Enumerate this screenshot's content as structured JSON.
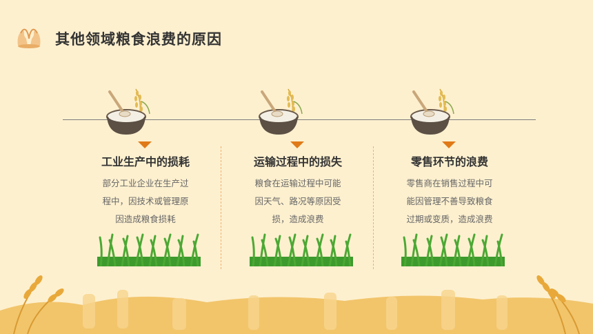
{
  "title": "其他领域粮食浪费的原因",
  "colors": {
    "background": "#fdf0cf",
    "accent": "#e07a18",
    "title_text": "#333333",
    "body_text": "#666666",
    "grass": "#3d9a2c",
    "wheat": "#e8a93a"
  },
  "header_icon": "hands-holding-icon",
  "columns": [
    {
      "title": "工业生产中的损耗",
      "lines": [
        "部分工业企业在生产过",
        "程中，因技术或管理原",
        "因造成粮食损耗"
      ],
      "icon": "rice-bowl-icon"
    },
    {
      "title": "运输过程中的损失",
      "lines": [
        "粮食在运输过程中可能",
        "因天气、路况等原因受",
        "损，造成浪费"
      ],
      "icon": "rice-bowl-icon"
    },
    {
      "title": "零售环节的浪费",
      "lines": [
        "零售商在销售过程中可",
        "能因管理不善导致粮食",
        "过期或变质，造成浪费"
      ],
      "icon": "rice-bowl-icon"
    }
  ]
}
